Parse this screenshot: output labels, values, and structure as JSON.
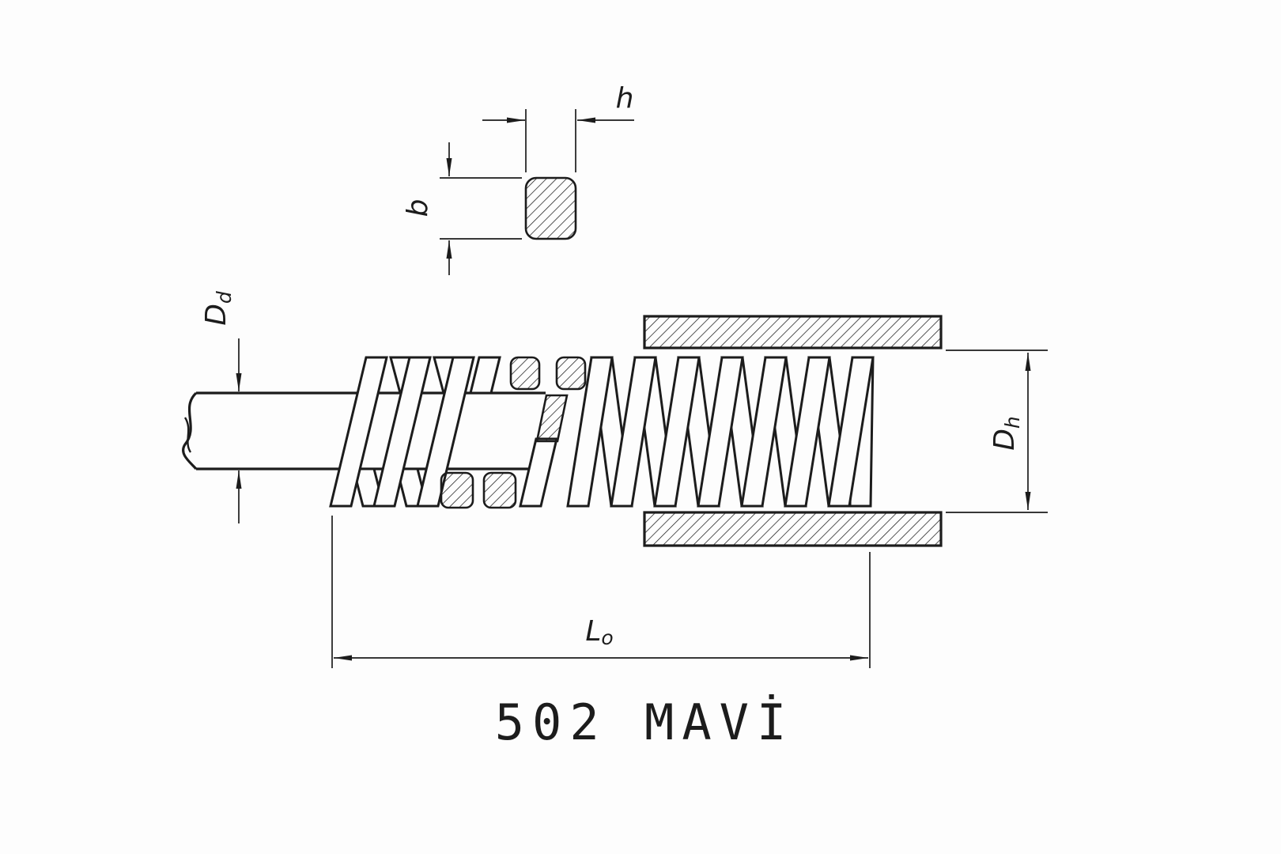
{
  "drawing": {
    "title": "502 MAVİ",
    "dimensions": {
      "wire_width_label": "h",
      "wire_height_label": "b",
      "rod_diameter": {
        "main": "D",
        "sub": "d"
      },
      "bore_diameter": {
        "main": "D",
        "sub": "h"
      },
      "free_length": {
        "main": "L",
        "sub": "o"
      }
    },
    "colors": {
      "line": "#1c1c1c",
      "background": "#fdfdfd"
    }
  }
}
